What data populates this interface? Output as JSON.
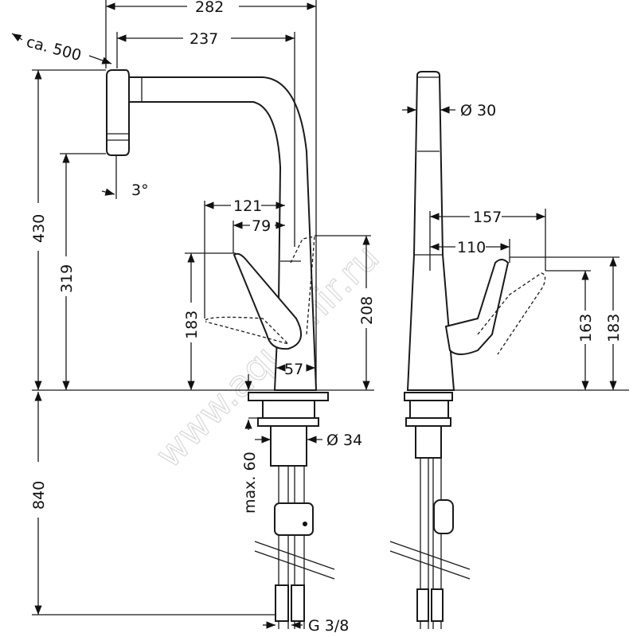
{
  "watermark": "www.aquamir.ru",
  "side_view": {
    "overall_reach": "282",
    "spout_reach": "237",
    "pullout_length": "ca. 500",
    "total_height": "430",
    "spout_height": "319",
    "spout_angle": "3°",
    "lever_reach_max": "121",
    "lever_reach": "79",
    "lever_height": "183",
    "lever_open_height": "208",
    "base_width": "57",
    "hose_length": "840",
    "max_deck_thickness": "max. 60",
    "shank_diameter": "Ø 34",
    "connection_thread": "G 3/8"
  },
  "front_view": {
    "spout_diameter": "Ø 30",
    "lever_reach_max": "157",
    "lever_reach": "110",
    "lever_height": "163",
    "lever_open_height": "183"
  }
}
